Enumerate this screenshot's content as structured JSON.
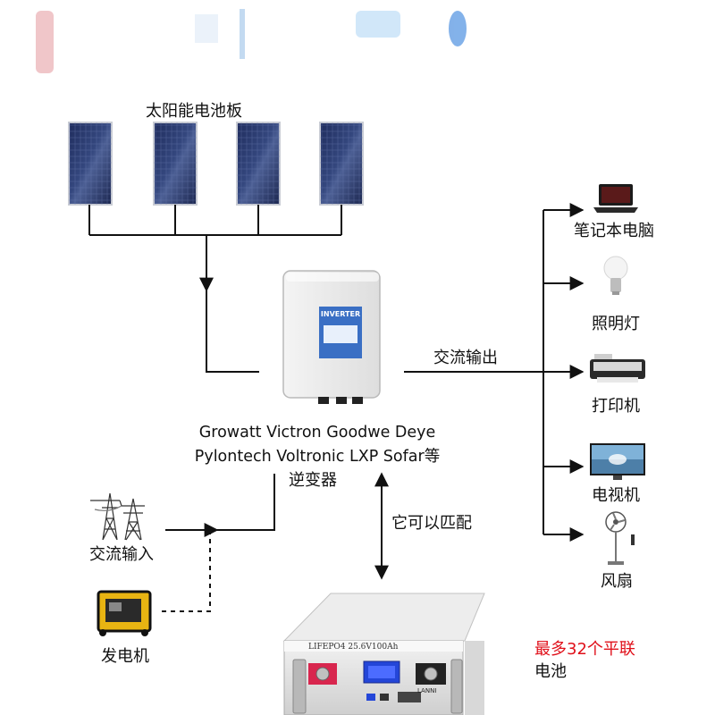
{
  "labels": {
    "solar_panels": "太阳能电池板",
    "laptop": "笔记本电脑",
    "lighting": "照明灯",
    "printer": "打印机",
    "tv": "电视机",
    "fan": "风扇",
    "ac_output": "交流输出",
    "ac_input": "交流输入",
    "generator": "发电机",
    "inverter": "逆变器",
    "compatible": "它可以匹配",
    "inverter_badge": "INVERTER"
  },
  "brands": {
    "line1": "Growatt Victron Goodwe Deye",
    "line2": "Pylontech Voltronic LXP Sofar等"
  },
  "battery": {
    "model_text": "LIFEPO4 25.6V100Ah",
    "parallel_note": "最多32个平联",
    "label": "电池",
    "logo_text": "LANNI"
  },
  "colors": {
    "note_red": "#e0101a",
    "panel_blue": "#27376b",
    "badge_blue": "#3a6fc4"
  }
}
